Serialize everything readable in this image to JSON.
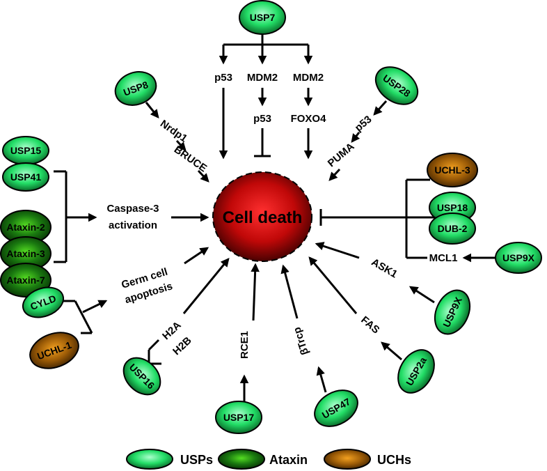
{
  "center": {
    "label": "Cell death"
  },
  "colors": {
    "usp": "#22dd66",
    "ataxin": "#1a7a10",
    "uch": "#b8720a",
    "cell_death": "#e01010"
  },
  "nodes": {
    "usp7": "USP7",
    "usp8": "USP8",
    "usp28": "USP28",
    "usp15": "USP15",
    "usp41": "USP41",
    "ataxin2": "Ataxin-2",
    "ataxin3": "Ataxin-3",
    "ataxin7": "Ataxin-7",
    "uchl3": "UCHL-3",
    "usp18": "USP18",
    "dub2": "DUB-2",
    "usp9x_a": "USP9X",
    "usp9x_b": "USP9X",
    "cyld": "CYLD",
    "uchl1": "UCHL-1",
    "usp16": "USP16",
    "usp17": "USP17",
    "usp47": "USP47",
    "usp2a": "USP2a"
  },
  "labels": {
    "p53_left": "p53",
    "mdm2_mid": "MDM2",
    "mdm2_right": "MDM2",
    "p53_mid": "p53",
    "foxo4": "FOXO4",
    "nrdp1": "Nrdp1",
    "bruce": "BRUCE",
    "p53_right": "p53",
    "puma": "PUMA",
    "caspase_line1": "Caspase-3",
    "caspase_line2": "activation",
    "germ_line1": "Germ cell",
    "germ_line2": "apoptosis",
    "h2a": "H2A",
    "h2b": "H2B",
    "rce1": "RCE1",
    "btrcp": "βTrcp",
    "fas": "FAS",
    "ask1": "ASK1",
    "mcl1": "MCL1"
  },
  "legend": {
    "usps": "USPs",
    "ataxin": "Ataxin",
    "uchs": "UCHs"
  }
}
